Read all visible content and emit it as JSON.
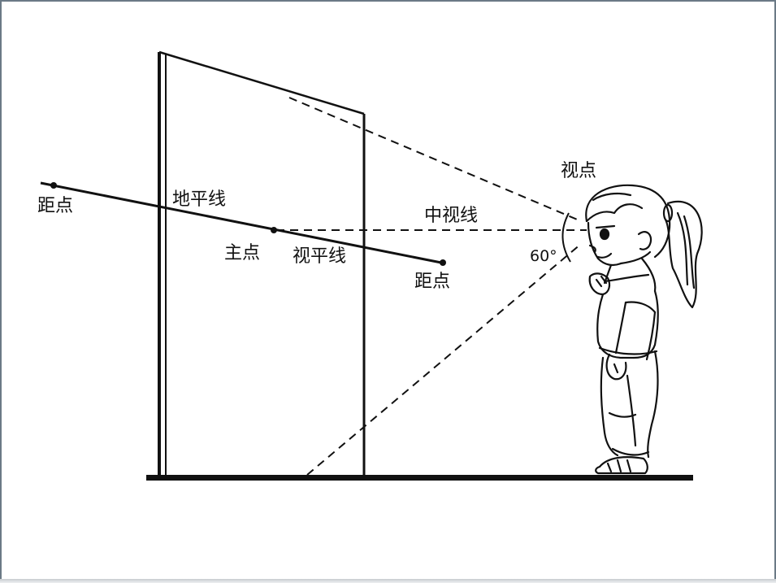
{
  "labels": {
    "distance_point_left": "距点",
    "horizon_line": "地平线",
    "principal_point": "主点",
    "eye_level_line": "视平线",
    "distance_point_right": "距点",
    "central_sight_line": "中视线",
    "viewpoint": "视点",
    "angle": "60°"
  }
}
